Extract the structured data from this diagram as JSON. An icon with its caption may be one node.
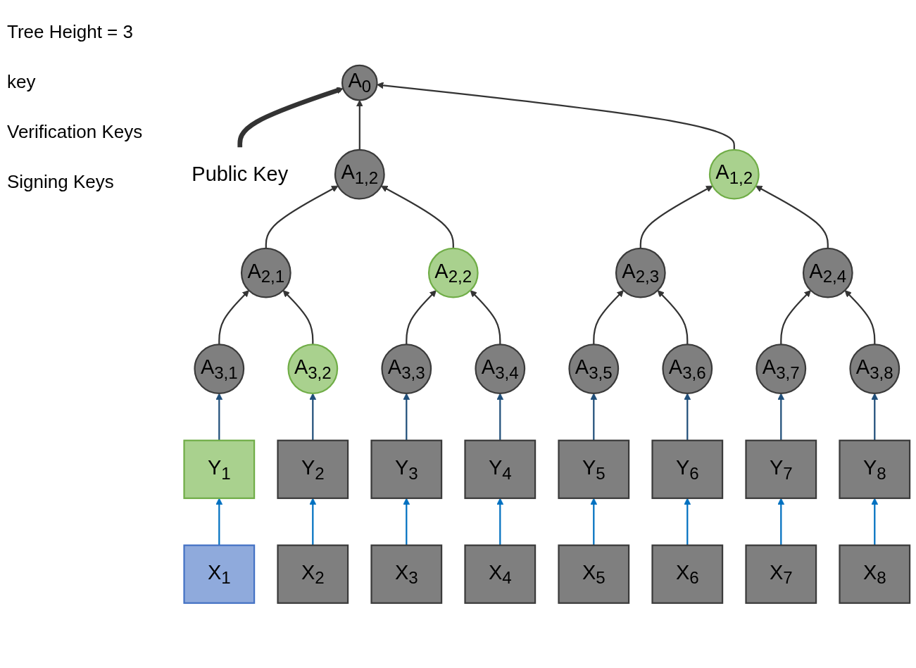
{
  "diagram": {
    "nodes": [
      {
        "text": [
          "Public Key"
        ]
      },
      {
        "text": [
          "A$_{0}$"
        ]
      },
      {
        "text": [
          "A$_{1,2}$"
        ]
      },
      {
        "text": [
          "A$_{1,2}$"
        ]
      },
      {
        "text": [
          "A$_{2,1}$"
        ]
      },
      {
        "text": [
          "A$_{2,2}$"
        ]
      },
      {
        "text": [
          "A$_{2,3}$"
        ]
      },
      {
        "text": [
          "A$_{2,4}$"
        ]
      },
      {
        "text": [
          "A$_{3,1}$"
        ]
      },
      {
        "text": [
          "A$_{3,2}$"
        ]
      },
      {
        "text": [
          "A$_{3,3}$"
        ]
      },
      {
        "text": [
          "A$_{3,4}$"
        ]
      },
      {
        "text": [
          "A$_{3,5}$"
        ]
      },
      {
        "text": [
          "A$_{3,6}$"
        ]
      },
      {
        "text": [
          "A$_{3,7}$"
        ]
      },
      {
        "text": [
          "A$_{3,8}$"
        ]
      },
      {
        "text": [
          "Y$_{1}$"
        ]
      },
      {
        "text": [
          "Y$_{2}$"
        ]
      },
      {
        "text": [
          "Y$_{3}$"
        ]
      },
      {
        "text": [
          "Y$_{4}$"
        ]
      },
      {
        "text": [
          "Y$_{5}$"
        ]
      },
      {
        "text": [
          "Y$_{6}$"
        ]
      },
      {
        "text": [
          "Y$_{7}$"
        ]
      },
      {
        "text": [
          "Y$_{8}$"
        ]
      },
      {
        "text": [
          "X$_{1}$"
        ]
      },
      {
        "text": [
          "X$_{2}$"
        ]
      },
      {
        "text": [
          "X$_{3}$"
        ]
      },
      {
        "text": [
          "X$_{4}$"
        ]
      },
      {
        "text": [
          "X$_{5}$"
        ]
      },
      {
        "text": [
          "X$_{6}$"
        ]
      },
      {
        "text": [
          "X$_{7}$"
        ]
      },
      {
        "text": [
          "X$_{8}$"
        ]
      }
    ],
    "edges": [
      {
        "from": 0,
        "to": 1,
        "arrow": "to",
        "style": "thick"
      },
      {
        "from": 2,
        "to": 1,
        "arrow": "to"
      },
      {
        "from": 3,
        "to": 1,
        "arrow": "to"
      },
      {
        "from": 4,
        "to": 2,
        "arrow": "to"
      },
      {
        "from": 5,
        "to": 2,
        "arrow": "to"
      },
      {
        "from": 6,
        "to": 3,
        "arrow": "to"
      },
      {
        "from": 7,
        "to": 3,
        "arrow": "to"
      },
      {
        "from": 8,
        "to": 4,
        "arrow": "to"
      },
      {
        "from": 9,
        "to": 4,
        "arrow": "to"
      },
      {
        "from": 10,
        "to": 5,
        "arrow": "to"
      },
      {
        "from": 11,
        "to": 5,
        "arrow": "to"
      },
      {
        "from": 12,
        "to": 6,
        "arrow": "to"
      },
      {
        "from": 13,
        "to": 6,
        "arrow": "to"
      },
      {
        "from": 14,
        "to": 7,
        "arrow": "to"
      },
      {
        "from": 15,
        "to": 7,
        "arrow": "to"
      },
      {
        "from": 16,
        "to": 8,
        "arrow": "to",
        "color": "#1f4e79"
      },
      {
        "from": 17,
        "to": 9,
        "arrow": "to",
        "color": "#1f4e79"
      },
      {
        "from": 18,
        "to": 10,
        "arrow": "to",
        "color": "#1f4e79"
      },
      {
        "from": 19,
        "to": 11,
        "arrow": "to",
        "color": "#1f4e79"
      },
      {
        "from": 20,
        "to": 12,
        "arrow": "to",
        "color": "#1f4e79"
      },
      {
        "from": 21,
        "to": 13,
        "arrow": "to",
        "color": "#1f4e79"
      },
      {
        "from": 22,
        "to": 14,
        "arrow": "to",
        "color": "#1f4e79"
      },
      {
        "from": 23,
        "to": 15,
        "arrow": "to",
        "color": "#1f4e79"
      },
      {
        "from": 24,
        "to": 16,
        "arrow": "to",
        "color": "#0070c0"
      },
      {
        "from": 25,
        "to": 17,
        "arrow": "to",
        "color": "#0070c0"
      },
      {
        "from": 26,
        "to": 18,
        "arrow": "to",
        "color": "#0070c0"
      },
      {
        "from": 27,
        "to": 19,
        "arrow": "to",
        "color": "#0070c0"
      },
      {
        "from": 28,
        "to": 20,
        "arrow": "to",
        "color": "#0070c0"
      },
      {
        "from": 29,
        "to": 21,
        "arrow": "to",
        "color": "#0070c0"
      },
      {
        "from": 30,
        "to": 22,
        "arrow": "to",
        "color": "#0070c0"
      },
      {
        "from": 31,
        "to": 23,
        "arrow": "to",
        "color": "#0070c0"
      }
    ],
    "labels": [
      "Tree Height = 3",
      "key",
      "Verification Keys",
      "Signing Keys"
    ]
  }
}
